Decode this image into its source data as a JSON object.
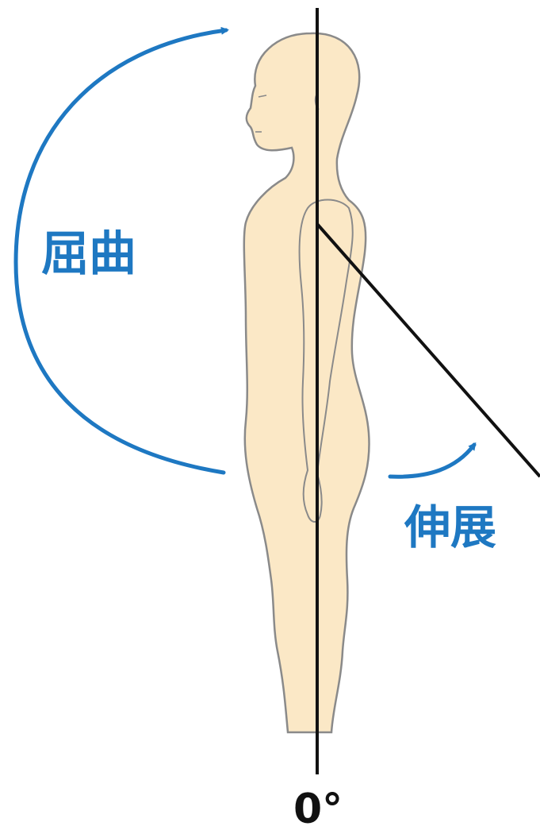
{
  "labels": {
    "flexion": "屈曲",
    "extension": "伸展",
    "zero_angle": "0°"
  },
  "colors": {
    "arrow": "#1e78c2",
    "skin_fill": "#fbe8c6",
    "skin_outline": "#8a8a8a",
    "axis_line": "#111111",
    "label_blue": "#1e78c2",
    "label_black": "#111111"
  }
}
